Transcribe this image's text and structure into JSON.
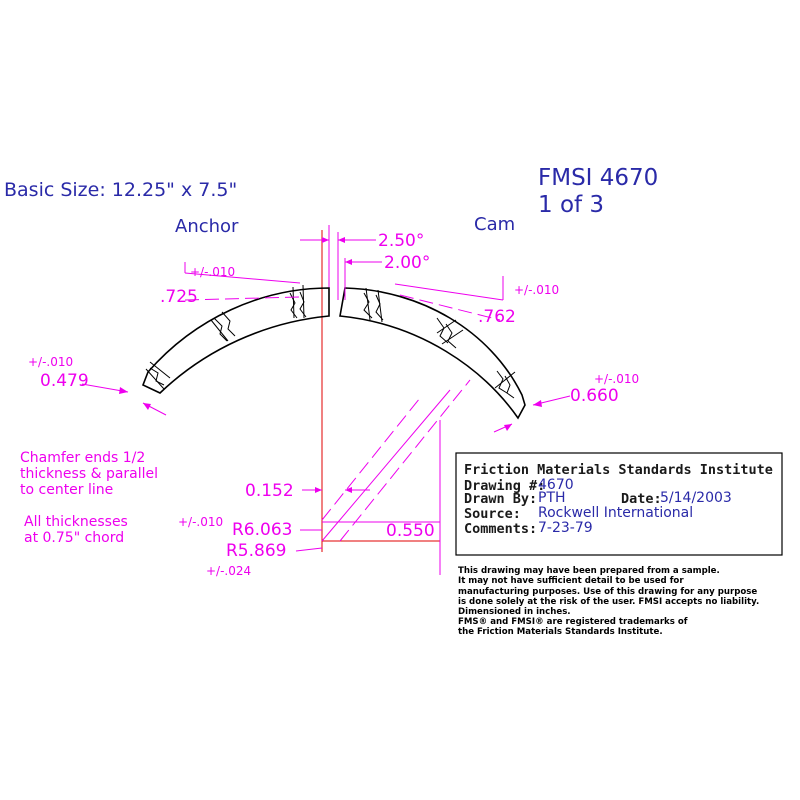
{
  "header": {
    "basic_size": "Basic Size: 12.25\" x 7.5\"",
    "fmsi": "FMSI 4670",
    "sheet": "1 of 3",
    "anchor": "Anchor",
    "cam": "Cam"
  },
  "dimensions": {
    "angle_outer": "2.50°",
    "angle_inner": "2.00°",
    "tol_left_thick": "+/-.010",
    "thick_left": ".725",
    "tol_right_thick": "+/-.010",
    "thick_right": ".762",
    "tol_left_end": "+/-.010",
    "end_left": "0.479",
    "tol_right_end": "+/-.010",
    "end_right": "0.660",
    "offset": "0.152",
    "tol_r_outer": "+/-.010",
    "r_outer": "R6.063",
    "r_inner": "R5.869",
    "tol_r_inner": "+/-.024",
    "offset_right": "0.550"
  },
  "notes": {
    "chamfer": [
      "Chamfer ends 1/2",
      "thickness & parallel",
      "to center line"
    ],
    "thickness": [
      "All thicknesses",
      "at 0.75\" chord"
    ]
  },
  "title_block": {
    "institute": "Friction Materials Standards Institute",
    "drawing_label": "Drawing #:",
    "drawing_value": "4670",
    "drawn_label": "Drawn By:",
    "drawn_value": "PTH",
    "date_label": "Date:",
    "date_value": "5/14/2003",
    "source_label": "Source:",
    "source_value": "Rockwell International",
    "comments_label": "Comments:",
    "comments_value": "7-23-79"
  },
  "disclaimer": [
    "This drawing may have been prepared from a sample.",
    "It may not have sufficient detail to be used for",
    "manufacturing purposes.  Use of this drawing for any purpose",
    "is done solely at the risk of the user. FMSI accepts no liability.",
    "Dimensioned in inches.",
    "FMS® and FMSI® are registered trademarks of",
    "the Friction Materials Standards Institute."
  ]
}
